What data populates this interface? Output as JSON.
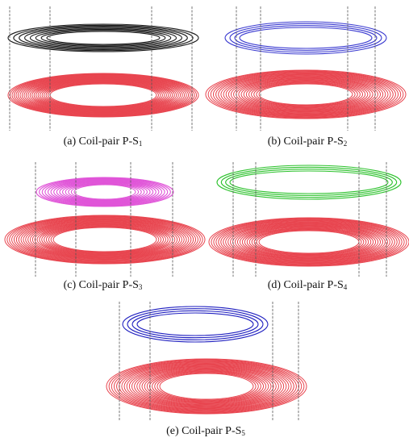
{
  "panels": [
    {
      "caption": {
        "main": "(a) Coil-pair P-S",
        "sub": "1"
      },
      "coil_colors": {
        "primary": "#1a1a1a",
        "secondary": "#e8454f"
      },
      "primary_turns": 8,
      "secondary_turns": 22
    },
    {
      "caption": {
        "main": "(b) Coil-pair P-S",
        "sub": "2"
      },
      "coil_colors": {
        "primary": "#3a3ad0",
        "secondary": "#e8454f"
      },
      "primary_turns": 4,
      "secondary_turns": 22
    },
    {
      "caption": {
        "main": "(c) Coil-pair P-S",
        "sub": "3"
      },
      "coil_colors": {
        "primary": "#e055d8",
        "secondary": "#e8454f"
      },
      "primary_turns": 14,
      "secondary_turns": 22
    },
    {
      "caption": {
        "main": "(d) Coil-pair P-S",
        "sub": "4"
      },
      "coil_colors": {
        "primary": "#2ec22e",
        "secondary": "#e8454f"
      },
      "primary_turns": 4,
      "secondary_turns": 22
    },
    {
      "caption": {
        "main": "(e) Coil-pair P-S",
        "sub": "5"
      },
      "coil_colors": {
        "primary": "#2020c0",
        "secondary": "#e8454f"
      },
      "primary_turns": 4,
      "secondary_turns": 22
    }
  ],
  "guide_line_color": "#555555"
}
